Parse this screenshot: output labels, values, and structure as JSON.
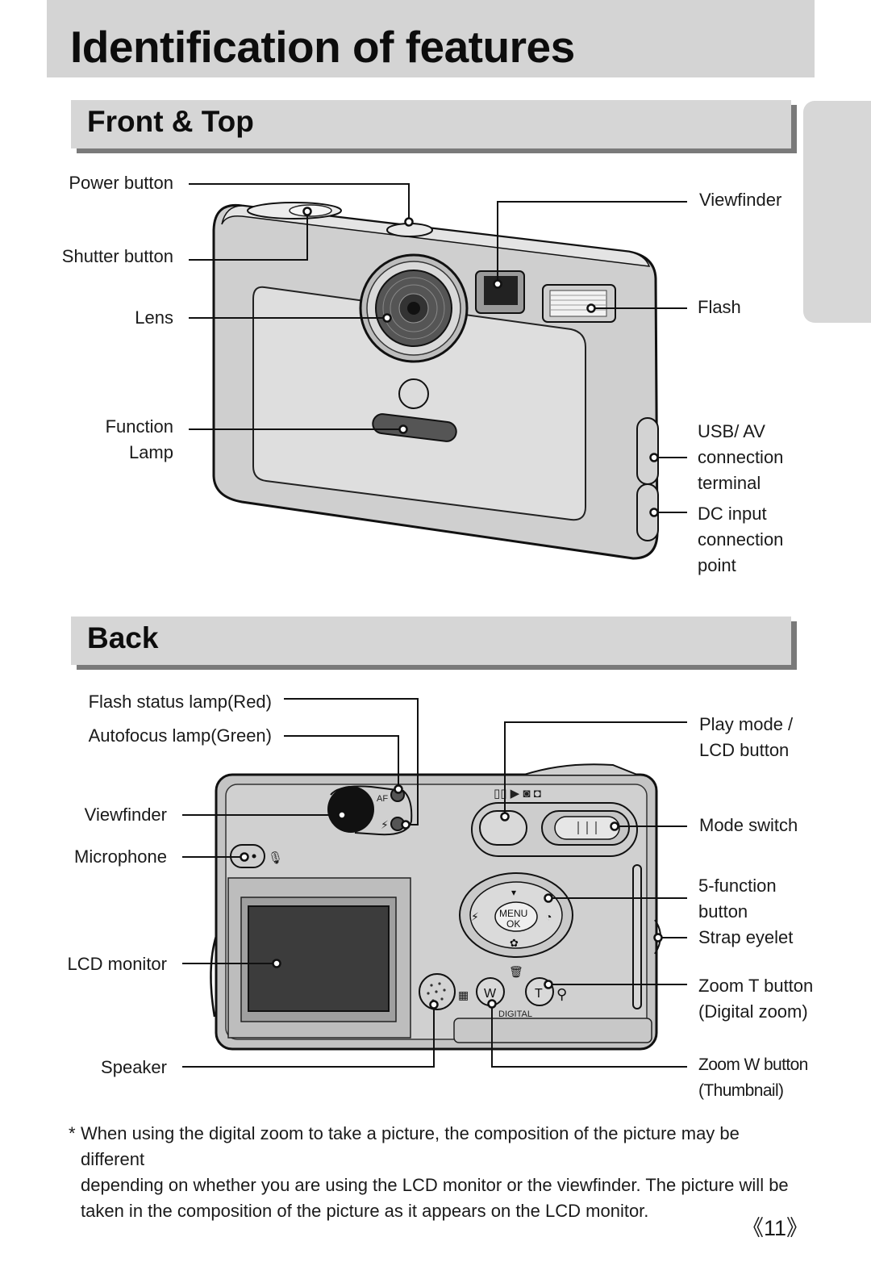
{
  "page_title": "Identification of features",
  "sections": {
    "front": {
      "title": "Front & Top",
      "labels": {
        "power_button": "Power button",
        "shutter_button": "Shutter button",
        "lens": "Lens",
        "function_lamp_1": "Function",
        "function_lamp_2": "Lamp",
        "viewfinder": "Viewfinder",
        "flash": "Flash",
        "usb_av_1": "USB/ AV",
        "usb_av_2": "connection",
        "usb_av_3": "terminal",
        "dc_input_1": "DC input",
        "dc_input_2": "connection",
        "dc_input_3": "point"
      }
    },
    "back": {
      "title": "Back",
      "labels": {
        "flash_status_lamp": "Flash status lamp(Red)",
        "autofocus_lamp": "Autofocus lamp(Green)",
        "viewfinder": "Viewfinder",
        "microphone": "Microphone",
        "lcd_monitor": "LCD monitor",
        "speaker": "Speaker",
        "play_mode_1": "Play mode /",
        "play_mode_2": "LCD button",
        "mode_switch": "Mode switch",
        "five_function_1": "5-function",
        "five_function_2": "button",
        "strap_eyelet": "Strap eyelet",
        "zoom_t_1": "Zoom T button",
        "zoom_t_2": "(Digital zoom)",
        "zoom_w_1": "Zoom W button",
        "zoom_w_2": "(Thumbnail)"
      },
      "camera_markings": {
        "af": "AF",
        "menu": "MENU",
        "ok": "OK",
        "w": "W",
        "t": "T",
        "digital": "DIGITAL"
      }
    }
  },
  "footnote": {
    "marker": "*",
    "line1": "When using the digital zoom to take a picture, the composition of the picture may be different",
    "line2": "depending on whether you are using the LCD monitor or the viewfinder. The picture will be",
    "line3": "taken in the composition of the picture as it appears on the LCD monitor."
  },
  "page_number": "《11》"
}
